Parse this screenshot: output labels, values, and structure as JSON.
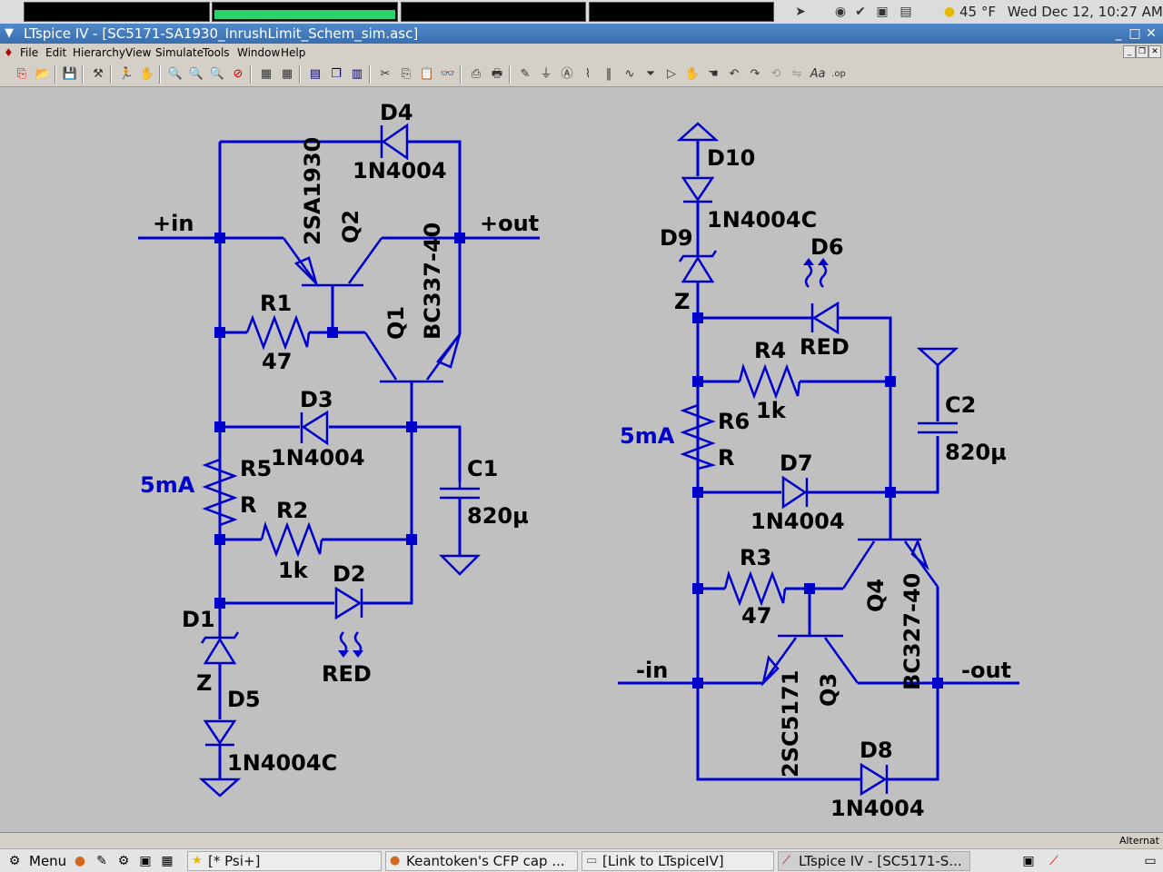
{
  "system_bar": {
    "temperature": "45 °F",
    "clock": "Wed Dec 12, 10:27 AM"
  },
  "window": {
    "title": "LTspice IV - [SC5171-SA1930_InrushLimit_Schem_sim.asc]"
  },
  "menu": [
    "File",
    "Edit",
    "Hierarchy",
    "View",
    "Simulate",
    "Tools",
    "Window",
    "Help"
  ],
  "schematic": {
    "labels": {
      "d4": "D4",
      "d4_model": "1N4004",
      "q2_model": "2SA1930",
      "q2": "Q2",
      "plus_in": "+in",
      "plus_out": "+out",
      "q1_model": "BC337-40",
      "q1": "Q1",
      "r1": "R1",
      "r1_val": "47",
      "d3": "D3",
      "d3_model": "1N4004",
      "r5": "R5",
      "r5_val": "R",
      "r5_note": "5mA",
      "r2": "R2",
      "r2_val": "1k",
      "c1": "C1",
      "c1_val": "820µ",
      "d2": "D2",
      "d2_model": "RED",
      "d1": "D1",
      "d1_type": "Z",
      "d5": "D5",
      "d5_model": "1N4004C",
      "d10": "D10",
      "d10_model": "1N4004C",
      "d9": "D9",
      "d9_type": "Z",
      "d6": "D6",
      "d6_model": "RED",
      "r4": "R4",
      "r4_val": "1k",
      "c2": "C2",
      "c2_val": "820µ",
      "r6": "R6",
      "r6_val": "R",
      "r6_note": "5mA",
      "d7": "D7",
      "d7_model": "1N4004",
      "r3": "R3",
      "r3_val": "47",
      "q4": "Q4",
      "q4_model": "BC327-40",
      "minus_in": "-in",
      "minus_out": "-out",
      "q3": "Q3",
      "q3_model": "2SC5171",
      "d8": "D8",
      "d8_model": "1N4004"
    }
  },
  "statusbar": {
    "text": "Alternat"
  },
  "taskbar": {
    "menu_label": "Menu",
    "tasks": [
      "[* Psi+]",
      "Keantoken's CFP cap ...",
      "[Link to LTspiceIV]",
      "LTspice IV - [SC5171-S..."
    ]
  },
  "colors": {
    "wire": "#0000cc",
    "label": "#000000",
    "note": "#0000cc",
    "canvas": "#c0c0c0",
    "title": "#3b6fae"
  }
}
